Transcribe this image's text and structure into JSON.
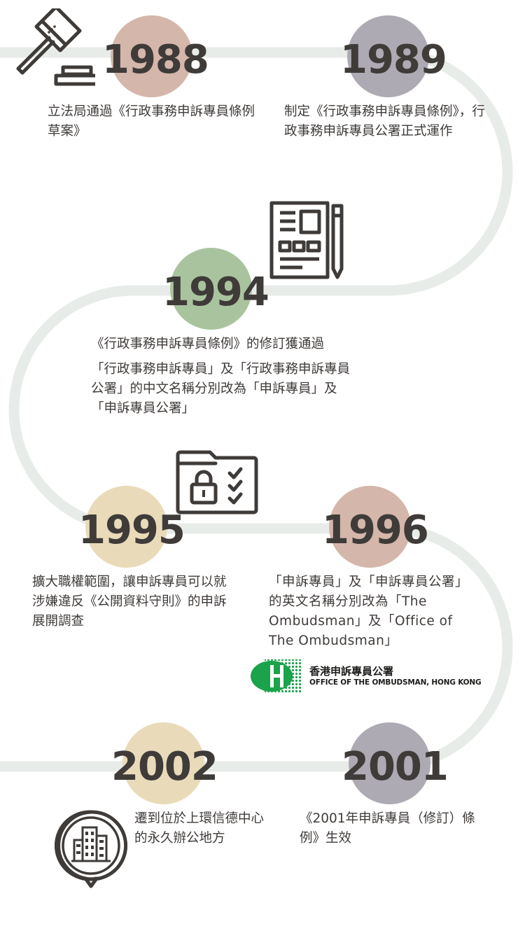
{
  "colors": {
    "path": "#e8ece9",
    "rose": "#d4b6aa",
    "grey": "#adaab3",
    "sage": "#aac39f",
    "sand": "#e9dbb9",
    "text": "#3f3b39",
    "logo_green": "#1aa34a"
  },
  "timeline": [
    {
      "year": "1988",
      "text": "立法局通過《行政事務申訴專員條例草案》",
      "icon": "gavel-icon"
    },
    {
      "year": "1989",
      "text": "制定《行政事務申訴專員條例》，行政事務申訴專員公署正式運作"
    },
    {
      "year": "1994",
      "text_line1": "《行政事務申訴專員條例》的修訂獲通過",
      "text_line2": "「行政事務申訴專員」及「行政事務申訴專員公署」的中文名稱分別改為「申訴專員」及「申訴專員公署」",
      "icon": "document-pen-icon"
    },
    {
      "year": "1995",
      "text": "擴大職權範圍，讓申訴專員可以就涉嫌違反《公開資料守則》的申訴展開調查",
      "icon": "secure-folder-icon"
    },
    {
      "year": "1996",
      "text": "「申訴專員」及「申訴專員公署」的英文名稱分別改為「The Ombudsman」及「Office of The Ombudsman」"
    },
    {
      "year": "2001",
      "text": "《2001年申訴專員（修訂）條例》生效"
    },
    {
      "year": "2002",
      "text": "遷到位於上環信德中心的永久辦公地方",
      "icon": "office-building-icon"
    }
  ],
  "logo": {
    "name_zh": "香港申訴專員公署",
    "name_en": "OFFICE OF THE OMBUDSMAN, HONG KONG"
  }
}
